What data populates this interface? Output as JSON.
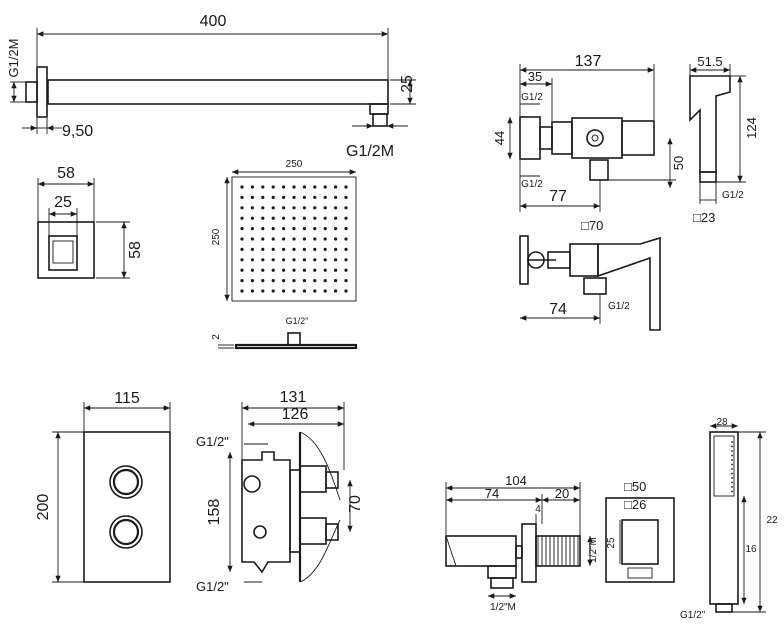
{
  "shower_arm": {
    "length": "400",
    "height": "25",
    "inlet": "G1/2M",
    "outlet": "G1/2M",
    "offset": "9,50"
  },
  "wall_flange": {
    "width": "58",
    "inner": "25",
    "height": "58"
  },
  "shower_head": {
    "width": "250",
    "height": "250",
    "thickness": "2",
    "connection": "G1/2\""
  },
  "bidet_valve": {
    "length": "137",
    "body": "35",
    "inlet_top": "G1/2",
    "height": "44",
    "inlet_bottom": "G1/2",
    "depth": "77",
    "side": "50",
    "plate": "□70",
    "projection": "74",
    "outlet": "G1/2"
  },
  "hand_spray": {
    "width": "51.5",
    "length": "124",
    "connection": "G1/2",
    "square": "□23"
  },
  "mixer_plate": {
    "width": "115",
    "height": "200"
  },
  "concealed_body": {
    "outer": "131",
    "inner": "126",
    "inlet_top": "G1/2\"",
    "height": "158",
    "spacing": "70",
    "inlet_bottom": "G1/2\""
  },
  "wall_outlet": {
    "total": "104",
    "body": "74",
    "thread": "20",
    "nut": "4",
    "connection": "1/2\"M",
    "bottom": "1/2\"M",
    "plate_outer": "□50",
    "plate_inner": "□26",
    "plate_height": "25"
  },
  "handshower": {
    "width": "28",
    "length": "22",
    "handle": "16",
    "connection": "G1/2\""
  }
}
